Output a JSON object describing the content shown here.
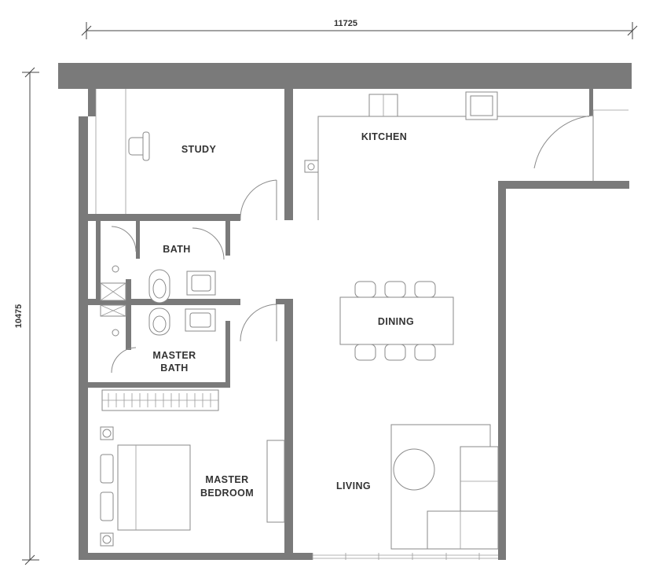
{
  "dimensions": {
    "width_label": "11725",
    "height_label": "10475"
  },
  "rooms": {
    "study": "STUDY",
    "kitchen": "KITCHEN",
    "bath": "BATH",
    "master_bath_line1": "MASTER",
    "master_bath_line2": "BATH",
    "dining": "DINING",
    "master_bedroom_line1": "MASTER",
    "master_bedroom_line2": "BEDROOM",
    "living": "LIVING"
  },
  "colors": {
    "wall": "#7a7a7a",
    "fixture_line": "#8a8a8a",
    "text": "#333333"
  }
}
